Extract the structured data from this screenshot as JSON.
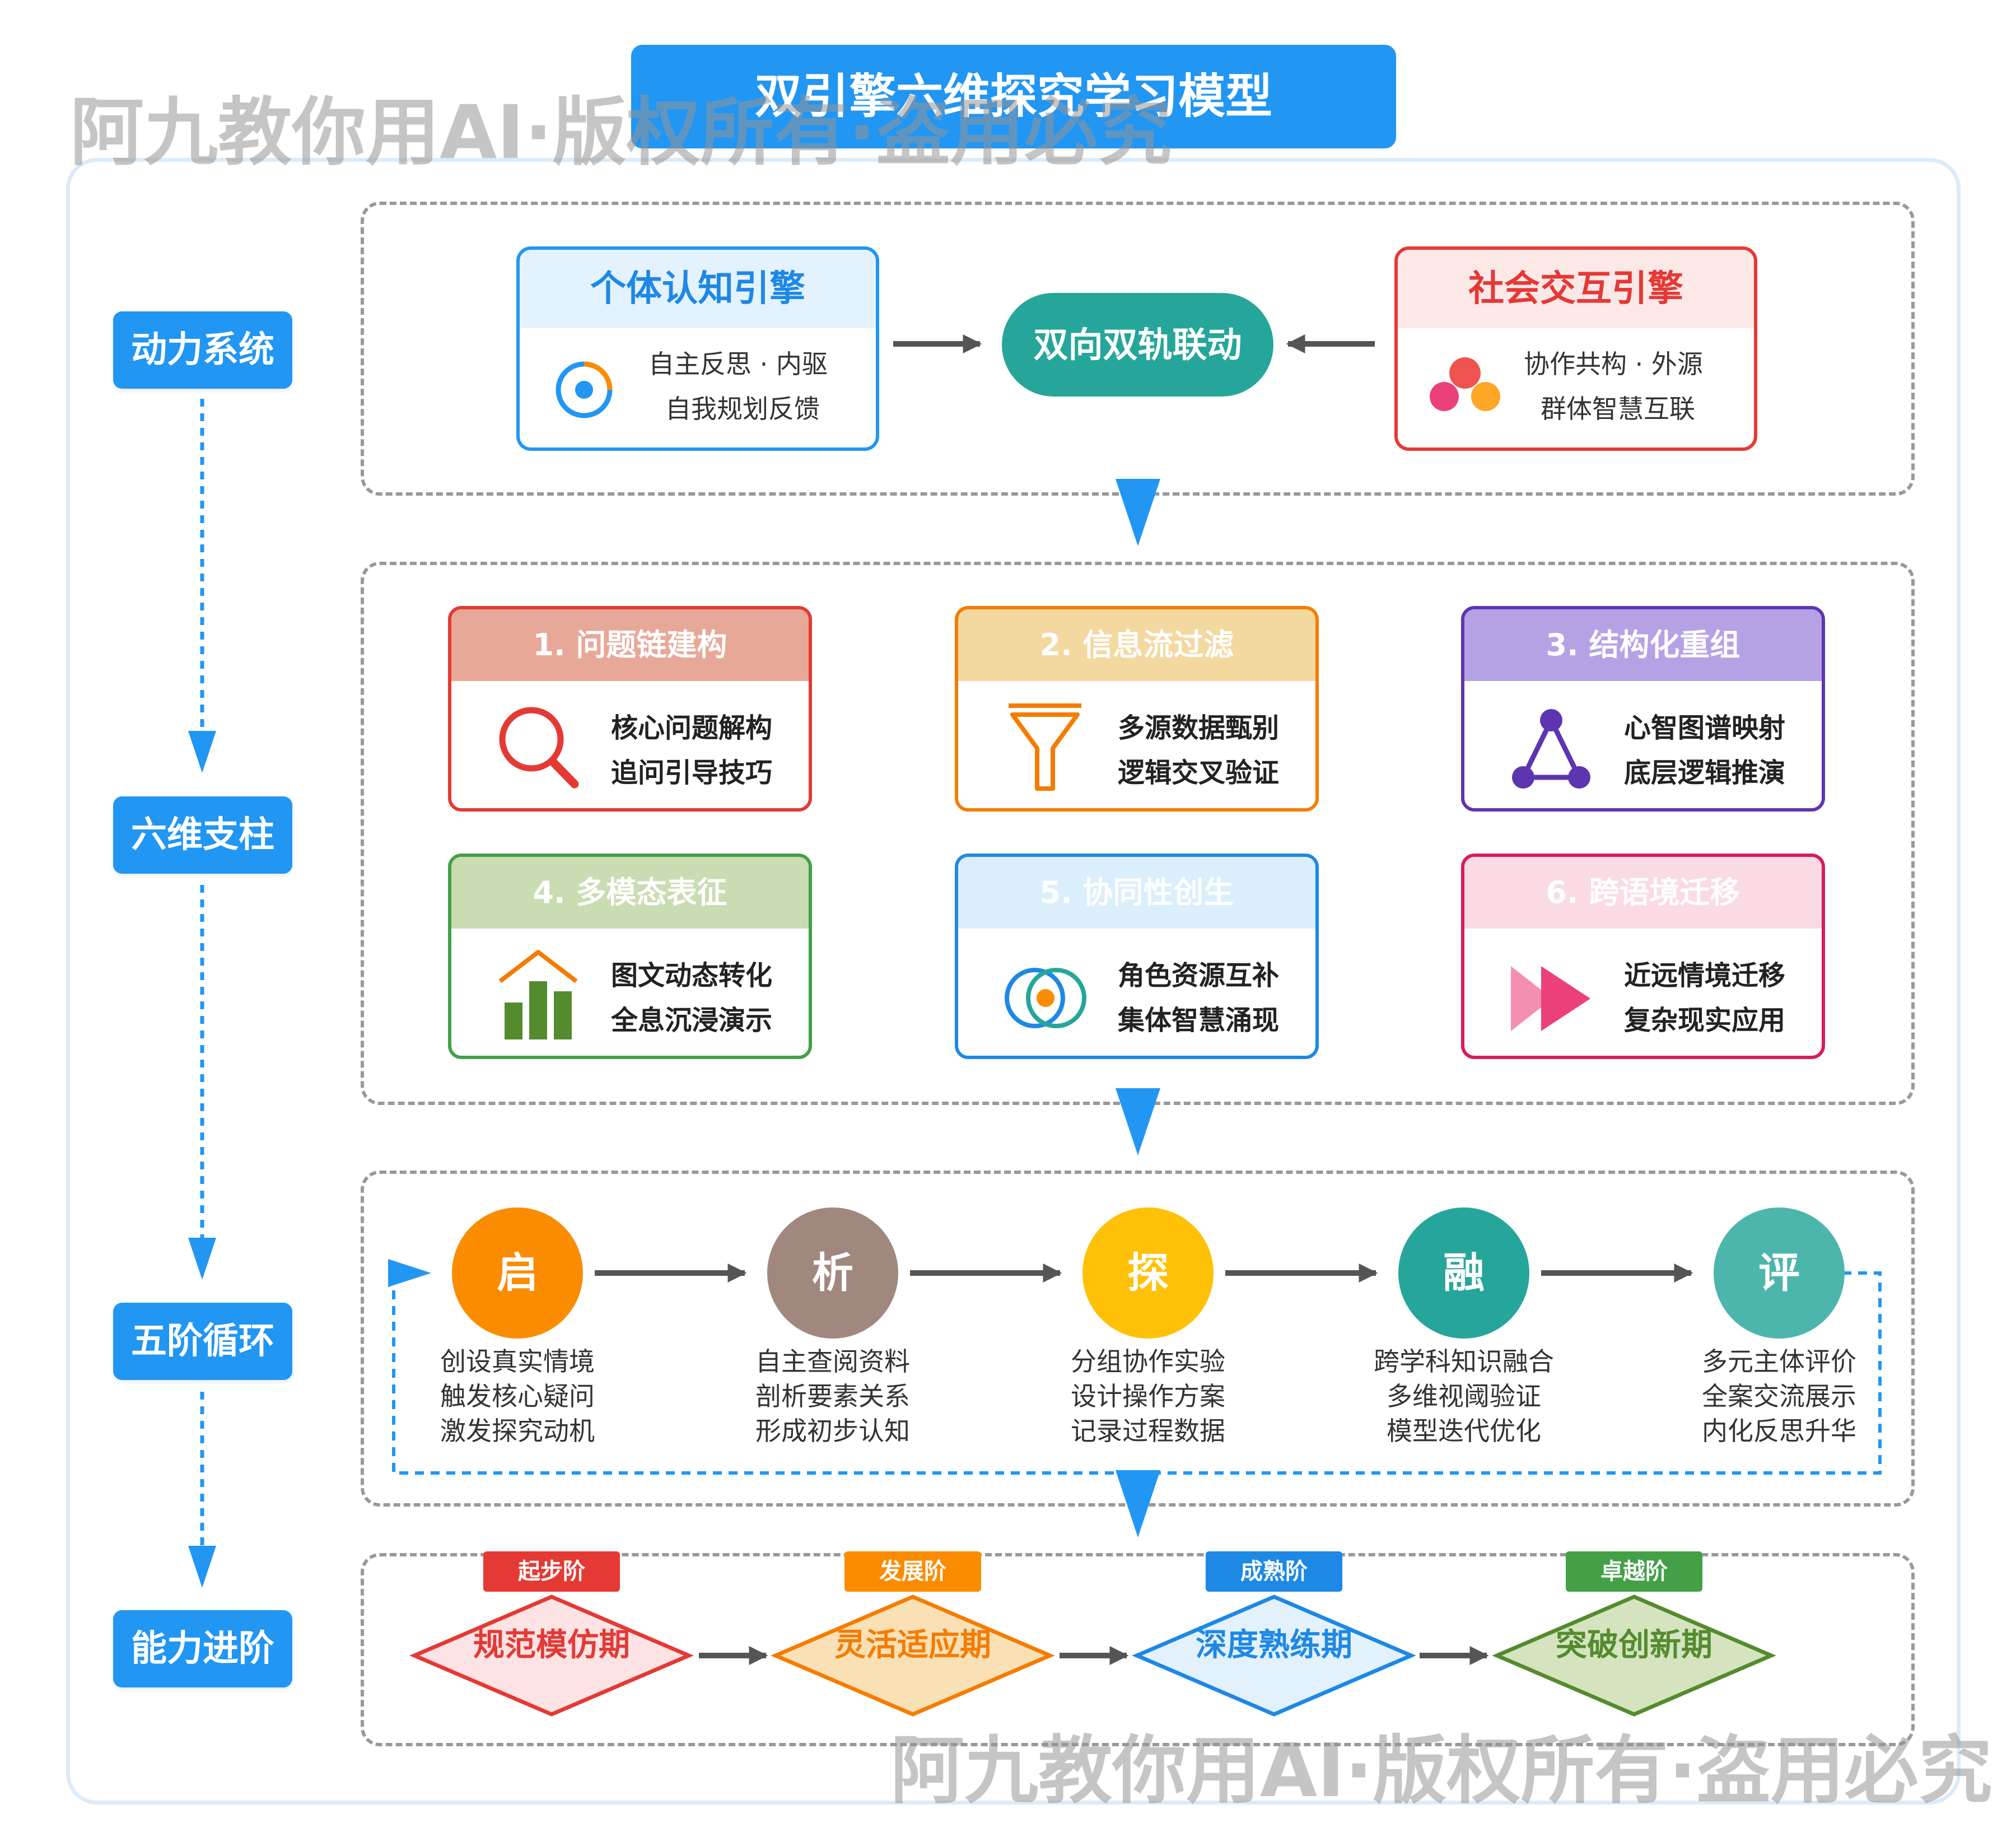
{
  "title": "双引擎六维探究学习模型",
  "watermark": "阿九教你用AI·版权所有·盗用必究",
  "side_labels": [
    "动力系统",
    "六维支柱",
    "五阶循环",
    "能力进阶"
  ],
  "engines": {
    "individual": {
      "title": "个体认知引擎",
      "line1": "自主反思 · 内驱",
      "line2": "自我规划反馈",
      "icon": "target-icon"
    },
    "social": {
      "title": "社会交互引擎",
      "line1": "协作共构 · 外源",
      "line2": "群体智慧互联",
      "icon": "group-dots-icon"
    },
    "center": "双向双轨联动"
  },
  "pillars": [
    {
      "title": "1. 问题链建构",
      "line1": "核心问题解构",
      "line2": "追问引导技巧",
      "icon": "magnifier-icon",
      "color": "#e53935",
      "head": "#e8a898"
    },
    {
      "title": "2. 信息流过滤",
      "line1": "多源数据甄别",
      "line2": "逻辑交叉验证",
      "icon": "funnel-icon",
      "color": "#f57c00",
      "head": "#f3d8a0"
    },
    {
      "title": "3. 结构化重组",
      "line1": "心智图谱映射",
      "line2": "底层逻辑推演",
      "icon": "triangle-network-icon",
      "color": "#5e35b1",
      "head": "#b5a2e5"
    },
    {
      "title": "4. 多模态表征",
      "line1": "图文动态转化",
      "line2": "全息沉浸演示",
      "icon": "bar-chart-icon",
      "color": "#43a047",
      "head": "#c9dcb2"
    },
    {
      "title": "5. 协同性创生",
      "line1": "角色资源互补",
      "line2": "集体智慧涌现",
      "icon": "overlap-circles-icon",
      "color": "#1e88e5",
      "head": "#dbeefb"
    },
    {
      "title": "6. 跨语境迁移",
      "line1": "近远情境迁移",
      "line2": "复杂现实应用",
      "icon": "fast-forward-icon",
      "color": "#d81b60",
      "head": "#fadbe3"
    }
  ],
  "cycle": [
    {
      "char": "启",
      "lines": [
        "创设真实情境",
        "触发核心疑问",
        "激发探究动机"
      ],
      "color": "#fb8c00"
    },
    {
      "char": "析",
      "lines": [
        "自主查阅资料",
        "剖析要素关系",
        "形成初步认知"
      ],
      "color": "#a1887f"
    },
    {
      "char": "探",
      "lines": [
        "分组协作实验",
        "设计操作方案",
        "记录过程数据"
      ],
      "color": "#ffc107"
    },
    {
      "char": "融",
      "lines": [
        "跨学科知识融合",
        "多维视阈验证",
        "模型迭代优化"
      ],
      "color": "#26a69a"
    },
    {
      "char": "评",
      "lines": [
        "多元主体评价",
        "全案交流展示",
        "内化反思升华"
      ],
      "color": "#4db6ac"
    }
  ],
  "stages": [
    {
      "badge": "起步阶",
      "label": "规范模仿期",
      "color": "#e53935",
      "fill": "#fde3e3"
    },
    {
      "badge": "发展阶",
      "label": "灵活适应期",
      "color": "#f57c00",
      "fill": "#f9e0b5"
    },
    {
      "badge": "成熟阶",
      "label": "深度熟练期",
      "color": "#1e88e5",
      "fill": "#e3f1fd"
    },
    {
      "badge": "卓越阶",
      "label": "突破创新期",
      "color": "#558b2f",
      "fill": "#d5e4bf"
    }
  ]
}
